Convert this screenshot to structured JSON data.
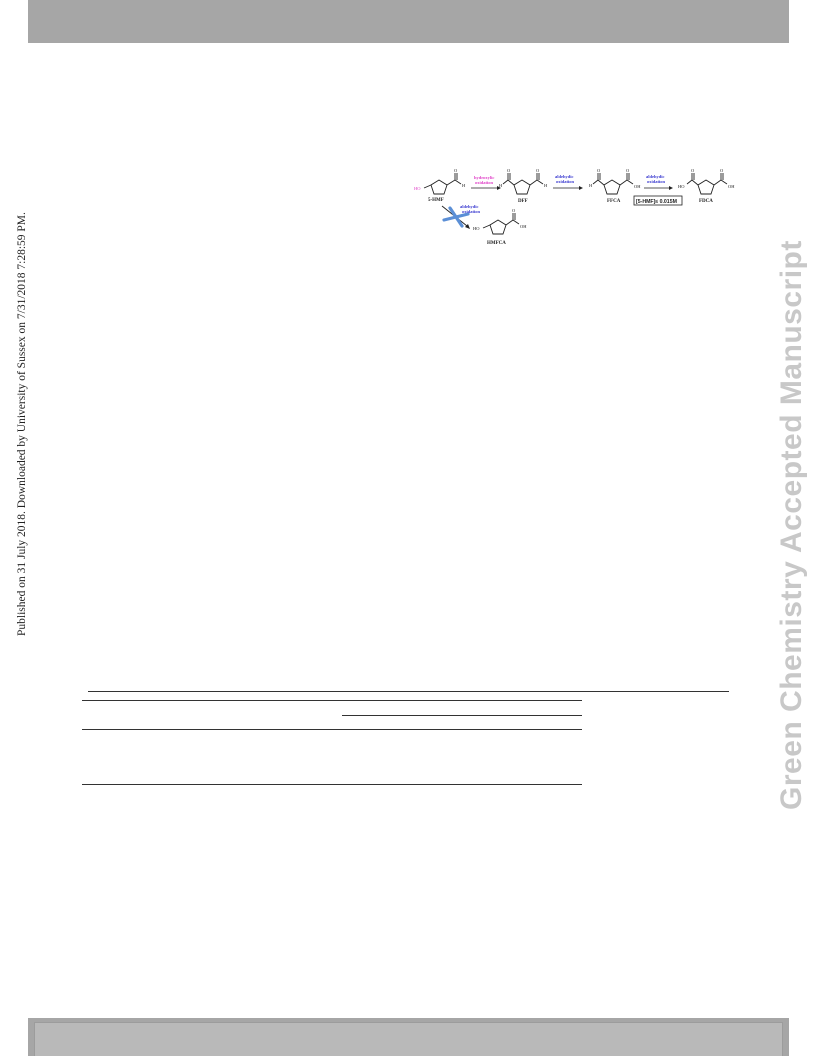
{
  "side_note": "Published on 31 July 2018. Downloaded by University of Sussex on 7/31/2018 7:28:59 PM.",
  "watermark": "Green Chemistry Accepted Manuscript",
  "scheme": {
    "compounds": {
      "hmf": "5-HMF",
      "dff": "DFF",
      "ffca": "FFCA",
      "fdca": "FDCA",
      "hmfca": "HMFCA"
    },
    "groups": {
      "ho": "HO",
      "h": "H",
      "o": "O",
      "oh": "OH"
    },
    "arrows": {
      "hydroxyl_line1": "hydroxylic",
      "hydroxyl_line2": "oxidation",
      "aldehyde_line1": "aldehydic",
      "aldehyde_line2": "oxidation"
    },
    "condition": "[5-HMF]≤ 0.015M",
    "colors": {
      "hydroxyl": "#e040c8",
      "aldehyde": "#3a3ad0",
      "blocked_cross": "#5b8fd6"
    }
  },
  "colors": {
    "header_bar": "#a6a6a6",
    "watermark": "#c8c8c8"
  }
}
